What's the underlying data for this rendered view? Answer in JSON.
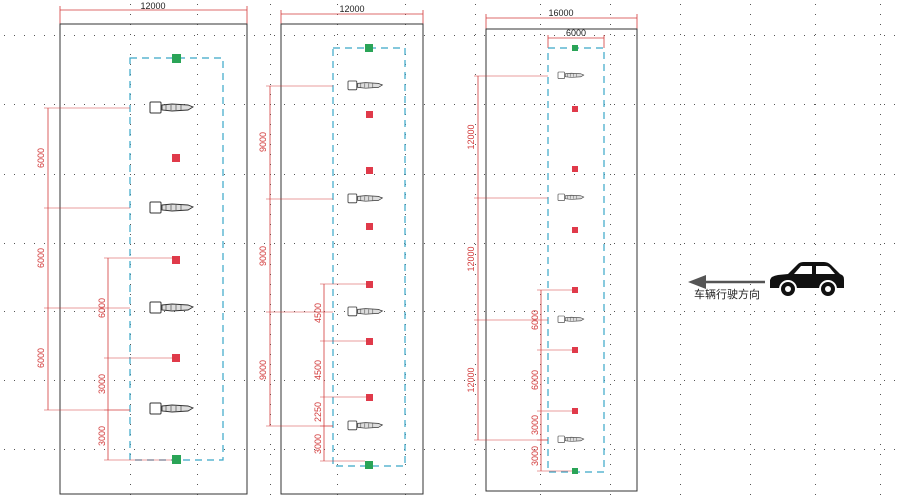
{
  "panels": [
    {
      "top_width_label": "12000",
      "left_dims_outer": [
        "6000",
        "6000",
        "6000"
      ],
      "left_dims_inner": [
        "6000",
        "3000",
        "3000"
      ]
    },
    {
      "top_width_label": "12000",
      "left_dims_outer": [
        "9000",
        "9000",
        "9000"
      ],
      "left_dims_inner": [
        "4500",
        "4500",
        "2250",
        "3000"
      ]
    },
    {
      "top_width_label": "16000",
      "inner_width_label": "6000",
      "left_dims_outer": [
        "12000",
        "12000",
        "12000"
      ],
      "left_dims_inner": [
        "6000",
        "6000",
        "3000",
        "3000"
      ]
    }
  ],
  "legend": {
    "direction_text": "车辆行驶方向",
    "arrow_icon": "left-arrow-icon",
    "vehicle_icon": "car-icon"
  },
  "colors": {
    "boundary": "#333333",
    "lane_dash": "#3aa7c8",
    "dimension": "#d23a3a",
    "camera_marker": "#e03a4a",
    "end_marker": "#2aa457",
    "grid_dot": "#555555"
  }
}
